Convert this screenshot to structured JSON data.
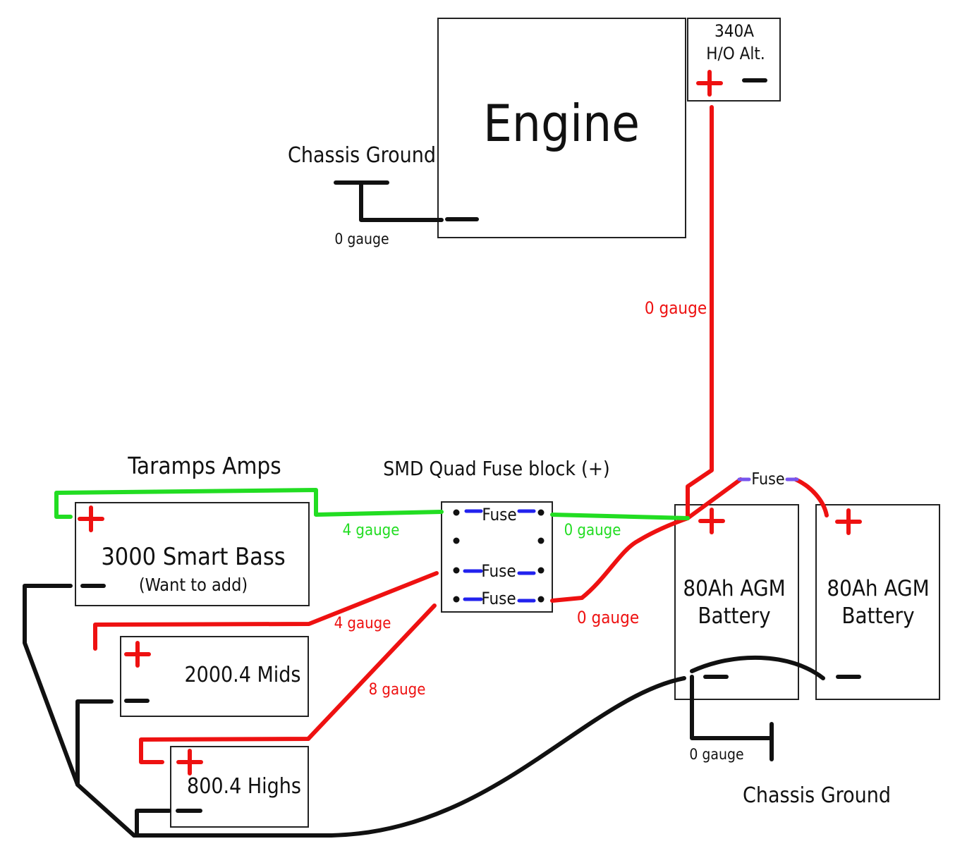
{
  "colors": {
    "positive": "#ee1111",
    "ground": "#111111",
    "signal_green": "#22dd22",
    "fuse_blue": "#2222ee",
    "fuse_violet": "#7755ee",
    "box_border": "#222222"
  },
  "components": {
    "engine": {
      "label": "Engine"
    },
    "alternator": {
      "line1": "340A",
      "line2": "H/O Alt."
    },
    "fuse_block": {
      "label": "SMD Quad Fuse block (+)",
      "fuse_labels": [
        "Fuse",
        "Fuse",
        "Fuse"
      ]
    },
    "battery_1": {
      "line1": "80Ah AGM",
      "line2": "Battery"
    },
    "battery_2": {
      "line1": "80Ah AGM",
      "line2": "Battery"
    },
    "inline_fuse": {
      "label": "Fuse"
    },
    "amp_group": {
      "label": "Taramps Amps"
    },
    "amp_bass": {
      "line1": "3000 Smart Bass",
      "line2": "(Want to add)"
    },
    "amp_mids": {
      "label": "2000.4 Mids"
    },
    "amp_highs": {
      "label": "800.4 Highs"
    }
  },
  "grounds": {
    "engine_chassis": {
      "label": "Chassis Ground",
      "gauge": "0 gauge"
    },
    "battery_chassis": {
      "label": "Chassis Ground",
      "gauge": "0 gauge"
    }
  },
  "wire_labels": {
    "alt_to_battery": "0 gauge",
    "fuseblock_to_bass": "4 gauge",
    "battery_to_fuseblock_top": "0 gauge",
    "battery_to_fuseblock_bottom": "0 gauge",
    "fuseblock_to_mids": "4 gauge",
    "fuseblock_to_highs": "8 gauge"
  }
}
